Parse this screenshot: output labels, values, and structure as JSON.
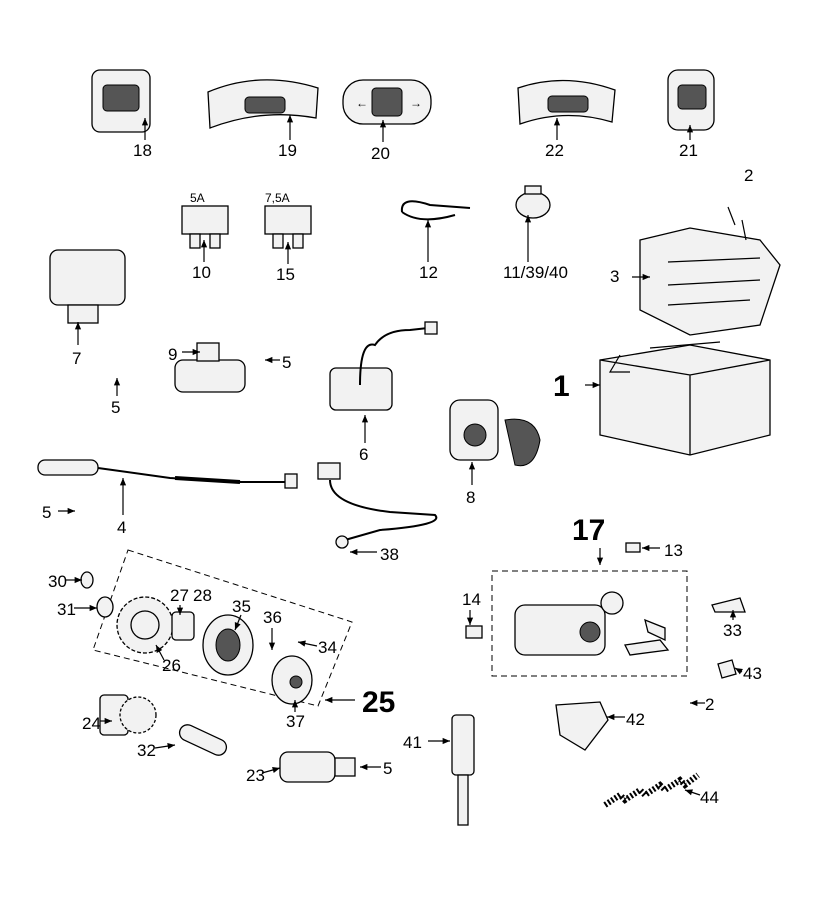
{
  "diagram": {
    "callouts": [
      "18",
      "19",
      "20",
      "22",
      "21",
      "2",
      "10",
      "15",
      "12",
      "11/39/40",
      "3",
      "7",
      "9",
      "5",
      "5",
      "1",
      "6",
      "8",
      "5",
      "4",
      "38",
      "17",
      "13",
      "30",
      "31",
      "27",
      "28",
      "35",
      "36",
      "34",
      "14",
      "33",
      "43",
      "26",
      "25",
      "37",
      "24",
      "2",
      "42",
      "32",
      "41",
      "23",
      "5",
      "44"
    ],
    "fuse_ratings": [
      "5A",
      "7,5A"
    ]
  }
}
